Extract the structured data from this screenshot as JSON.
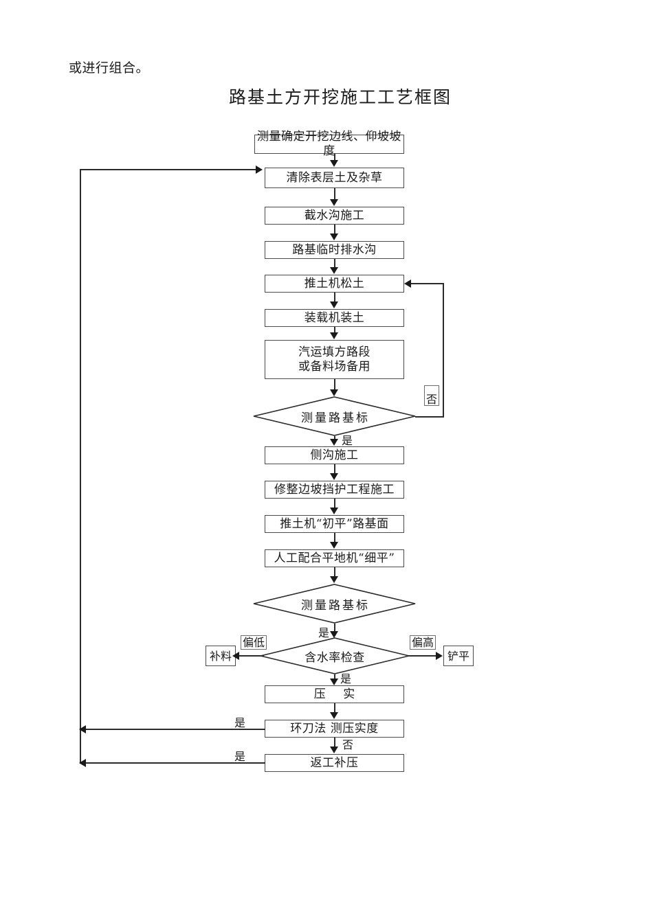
{
  "document": {
    "intro_text": "或进行组合。",
    "title": "路基土方开挖施工工艺框图"
  },
  "flowchart": {
    "nodes": [
      {
        "id": "n1",
        "label": "测量确定开挖边线、仰坡坡度"
      },
      {
        "id": "n2",
        "label": "清除表层土及杂草"
      },
      {
        "id": "n3",
        "label": "截水沟施工"
      },
      {
        "id": "n4",
        "label": "路基临时排水沟"
      },
      {
        "id": "n5",
        "label": "推土机松土"
      },
      {
        "id": "n6",
        "label": "装载机装土"
      },
      {
        "id": "n7",
        "label": "汽运填方路段\n或备料场备用"
      },
      {
        "id": "d1",
        "label": "测量路基标"
      },
      {
        "id": "n8",
        "label": "侧沟施工"
      },
      {
        "id": "n9",
        "label": "修整边坡挡护工程施工"
      },
      {
        "id": "n10",
        "label": "推土机“初平”路基面"
      },
      {
        "id": "n11",
        "label": "人工配合平地机“细平”"
      },
      {
        "id": "d2",
        "label": "测量路基标"
      },
      {
        "id": "d3",
        "label": "含水率检查"
      },
      {
        "id": "s1",
        "label": "补料"
      },
      {
        "id": "s2",
        "label": "铲平"
      },
      {
        "id": "n12",
        "label": "压    实"
      },
      {
        "id": "n13",
        "label": "环刀法  测压实度"
      },
      {
        "id": "n14",
        "label": "返工补压"
      }
    ],
    "edge_labels": {
      "d1_no": "否",
      "d1_yes": "是",
      "d2_yes": "是",
      "d3_low": "偏低",
      "d3_high": "偏高",
      "d3_yes": "是",
      "n13_no": "否",
      "n13_yes": "是",
      "n14_yes": "是"
    },
    "colors": {
      "node_border": "#4a4a4a",
      "line": "#2b2b2b",
      "text": "#1a1a1a",
      "background": "#ffffff"
    }
  }
}
